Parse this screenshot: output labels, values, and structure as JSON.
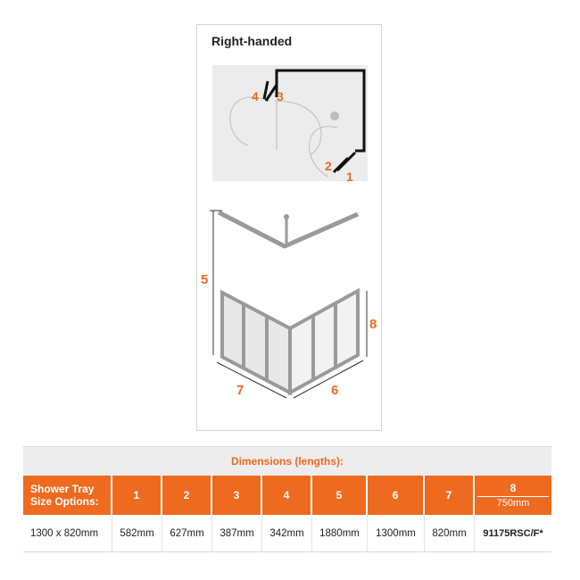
{
  "diagram": {
    "title": "Right-handed",
    "labels": [
      "1",
      "2",
      "3",
      "4",
      "5",
      "6",
      "7",
      "8"
    ]
  },
  "table": {
    "caption": "Dimensions (lengths):",
    "header_first": [
      "Shower Tray",
      "Size Options:"
    ],
    "columns": [
      "1",
      "2",
      "3",
      "4",
      "5",
      "6",
      "7"
    ],
    "col8": {
      "top": "8",
      "bottom": "750mm"
    },
    "rows": [
      {
        "size": "1300 x 820mm",
        "values": [
          "582mm",
          "627mm",
          "387mm",
          "342mm",
          "1880mm",
          "1300mm",
          "820mm"
        ],
        "code": "91175RSC/F*"
      }
    ]
  },
  "colors": {
    "accent": "#ee6a1f",
    "frame": "#9a9a9a",
    "panel_bg": "#ececec"
  }
}
